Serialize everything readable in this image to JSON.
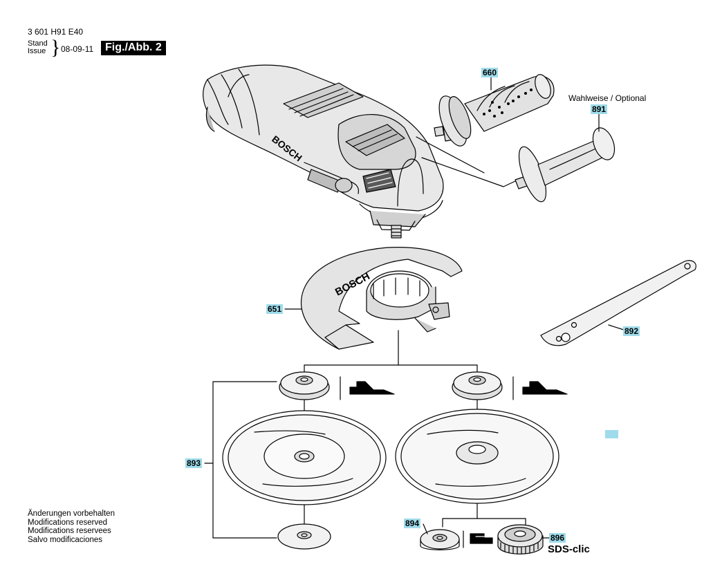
{
  "header": {
    "part_number": "3 601 H91 E40",
    "stand_label": "Stand",
    "issue_label": "Issue",
    "date": "08-09-11",
    "figure_label": "Fig./Abb. 2"
  },
  "callouts": {
    "c660": "660",
    "c891": "891",
    "c651": "651",
    "c892": "892",
    "c893": "893",
    "c894": "894",
    "c896": "896"
  },
  "optional_label": "Wahlweise / Optional",
  "brand_label": "BOSCH",
  "sds_label": "SDS-clic",
  "notes": [
    "Änderungen vorbehalten",
    "Modifications reserved",
    "Modifications reservees",
    "Salvo modificaciones"
  ],
  "colors": {
    "callout_bg": "#9fdbea",
    "line": "#000000"
  }
}
